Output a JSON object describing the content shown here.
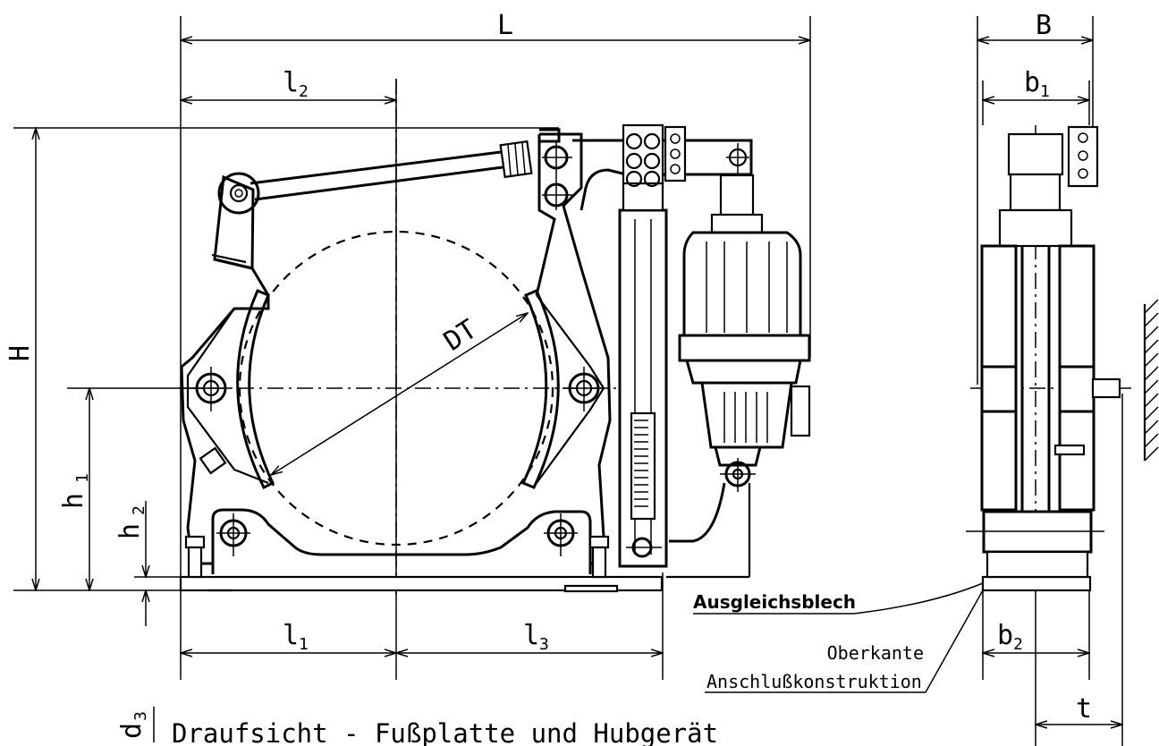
{
  "dimensions": {
    "L": "L",
    "l2": "l",
    "l2_sub": "2",
    "l1": "l",
    "l1_sub": "1",
    "l3": "l",
    "l3_sub": "3",
    "H": "H",
    "h1": "h",
    "h1_sub": "1",
    "h2": "h",
    "h2_sub": "2",
    "B": "B",
    "b1": "b",
    "b1_sub": "1",
    "b2": "b",
    "b2_sub": "2",
    "t": "t",
    "d3": "d",
    "d3_sub": "3",
    "DT": "DT"
  },
  "labels": {
    "shim": "Ausgleichsblech",
    "upper_edge_1": "Oberkante",
    "upper_edge_2": "Anschlußkonstruktion",
    "caption": "Draufsicht - Fußplatte und Hubgerät"
  }
}
